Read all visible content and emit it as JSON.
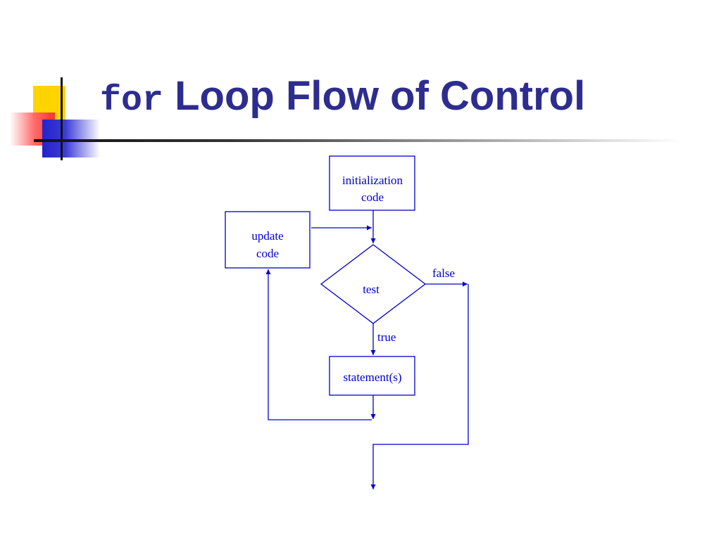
{
  "slide": {
    "title_keyword": "for",
    "title_rest": " Loop Flow of Control"
  },
  "diagram": {
    "nodes": {
      "init": {
        "line1": "initialization",
        "line2": "code"
      },
      "update": {
        "line1": "update",
        "line2": "code"
      },
      "test": {
        "label": "test"
      },
      "body": {
        "label": "statement(s)"
      }
    },
    "edges": {
      "false_label": "false",
      "true_label": "true"
    }
  },
  "colors": {
    "diagram_stroke": "#0000cc",
    "title_text": "#2d2d8f",
    "accent_yellow": "#ffd400",
    "accent_red": "#ff3030",
    "accent_blue": "#2323c9"
  }
}
